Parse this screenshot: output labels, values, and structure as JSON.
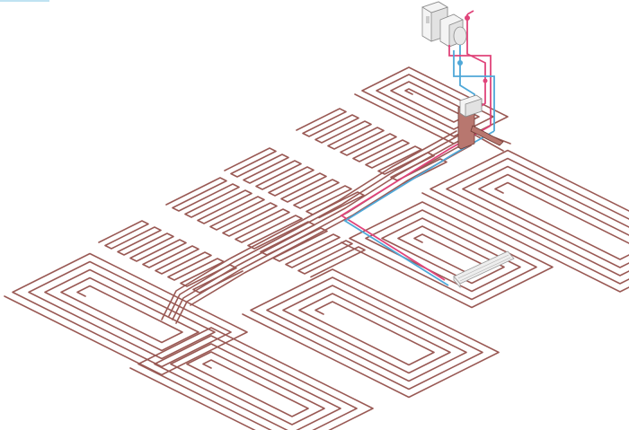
{
  "colors": {
    "loop": "#9a5a55",
    "supply_pipe": "#e0447a",
    "return_pipe": "#4fa8d8",
    "manifold": "#b8776f",
    "equipment": "#f4f4f4"
  },
  "zones": [
    {
      "id": "zone-1",
      "pattern": "spiral"
    },
    {
      "id": "zone-2",
      "pattern": "spiral"
    },
    {
      "id": "zone-3",
      "pattern": "spiral"
    },
    {
      "id": "zone-4",
      "pattern": "spiral"
    },
    {
      "id": "zone-5",
      "pattern": "spiral"
    },
    {
      "id": "zone-6",
      "pattern": "spiral"
    },
    {
      "id": "zone-7",
      "pattern": "serpentine"
    },
    {
      "id": "zone-8",
      "pattern": "serpentine"
    },
    {
      "id": "zone-9",
      "pattern": "serpentine"
    },
    {
      "id": "zone-10",
      "pattern": "serpentine"
    }
  ],
  "equipment": [
    {
      "id": "boiler",
      "icon": "boiler-icon"
    },
    {
      "id": "cylinder",
      "icon": "tank-icon"
    },
    {
      "id": "manifold",
      "icon": "manifold-icon"
    },
    {
      "id": "radiator",
      "icon": "radiator-icon"
    }
  ]
}
